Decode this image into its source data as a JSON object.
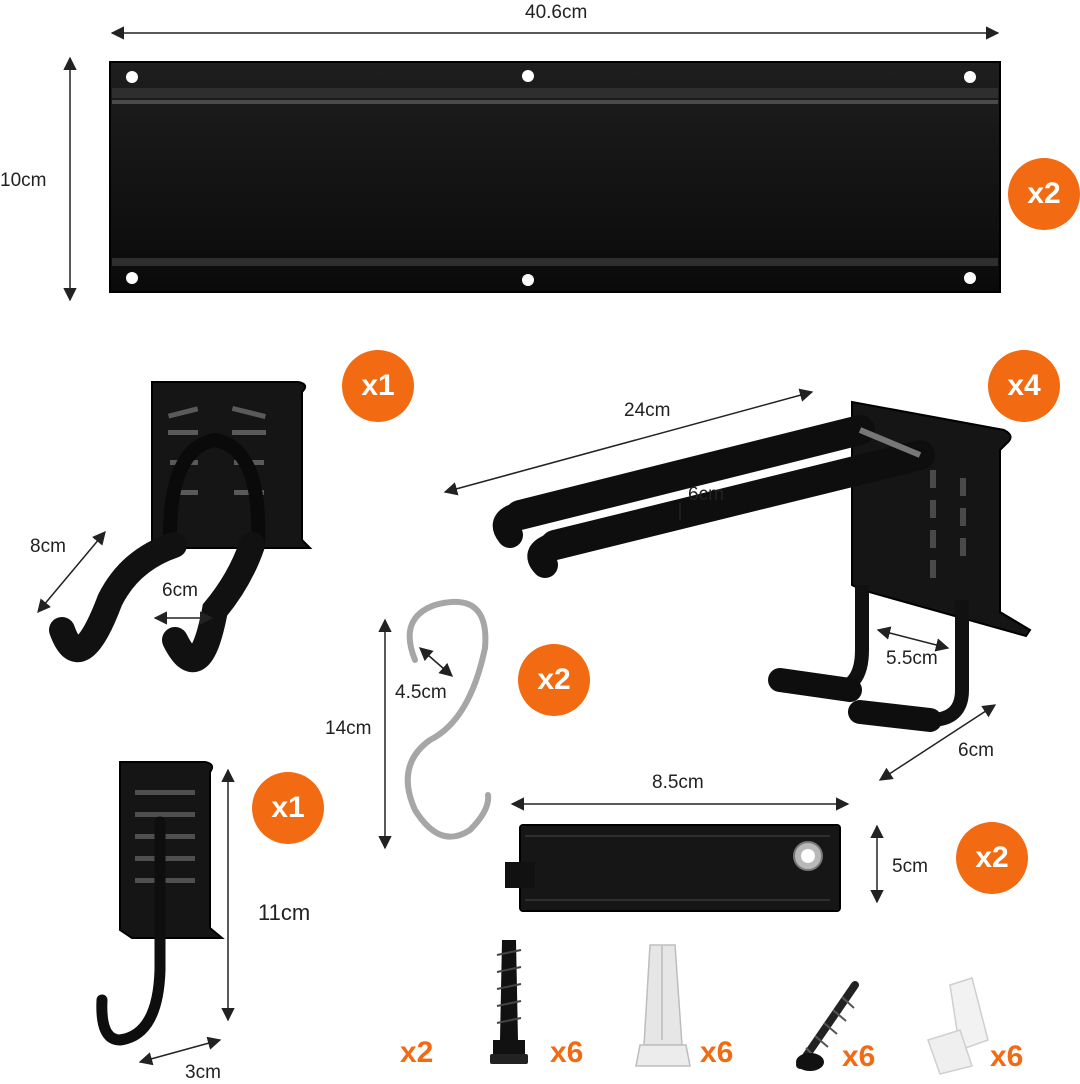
{
  "colors": {
    "accent": "#f26a12",
    "metal": "#121212",
    "foam": "#0c0c0c",
    "steel": "#c0c0c0",
    "plastic": "#e4e4e4"
  },
  "rail": {
    "width_label": "40.6cm",
    "height_label": "10cm",
    "qty": "x2"
  },
  "double_hook": {
    "qty": "x1",
    "depth_label": "8cm",
    "gap_label": "6cm"
  },
  "bike_hook": {
    "qty": "x4",
    "length_label": "24cm",
    "gap_label": "6cm",
    "lower_gap_label": "5.5cm",
    "lower_depth_label": "6cm"
  },
  "s_hook": {
    "qty": "x2",
    "height_label": "14cm",
    "width_label": "4.5cm"
  },
  "single_hook": {
    "qty": "x1",
    "height_label": "11cm",
    "depth_label": "3cm"
  },
  "strap": {
    "qty": "x2",
    "length_label": "8.5cm",
    "width_label": "5cm"
  },
  "hardware": {
    "bolt_qty": "x2",
    "anchor_qty": "x6",
    "screw_qty": "x6",
    "small_anchor_qty": "x6",
    "screw_extra_qty": "x6"
  }
}
